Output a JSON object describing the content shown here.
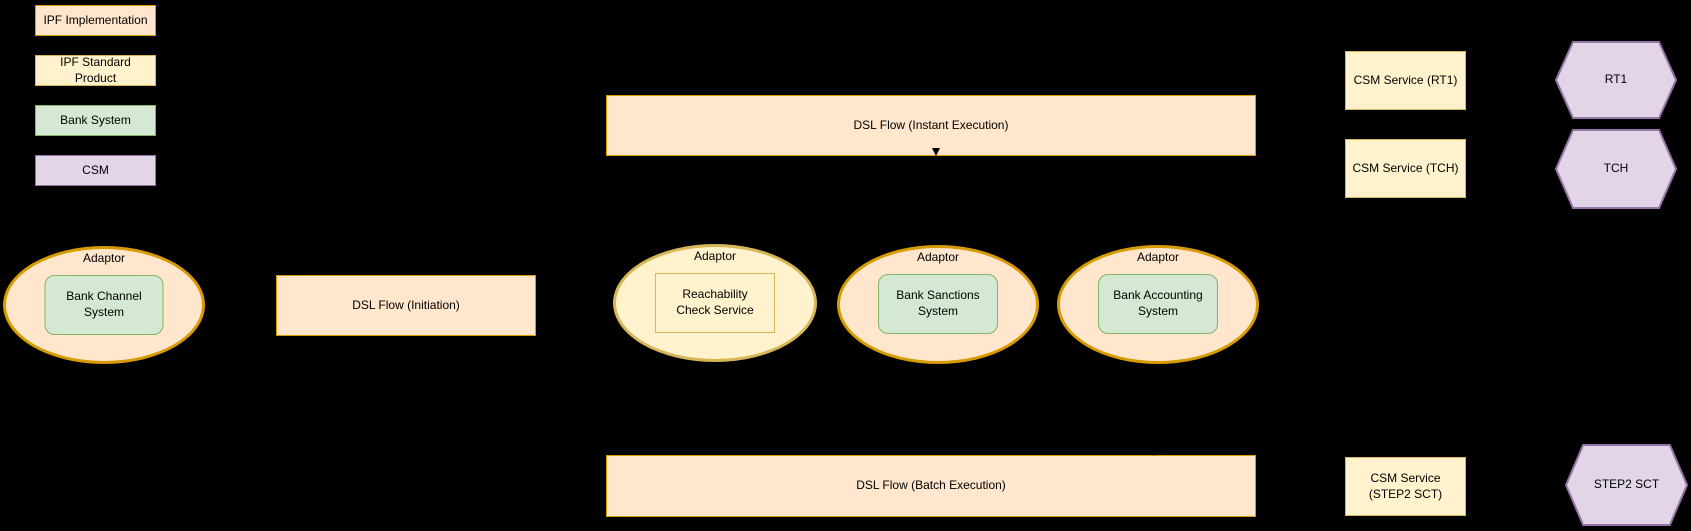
{
  "palette": {
    "background": "#000000",
    "text": "#000000",
    "implementation_fill": "#FFE6CC",
    "implementation_border": "#D79B00",
    "standard_product_fill": "#FFF2CC",
    "standard_product_border": "#D6B656",
    "bank_system_fill": "#D5E8D4",
    "bank_system_border": "#82B366",
    "csm_fill": "#E1D5E7",
    "csm_border": "#9673A6"
  },
  "legend": {
    "items": [
      {
        "label": "IPF Implementation"
      },
      {
        "label": "IPF Standard Product"
      },
      {
        "label": "Bank System"
      },
      {
        "label": "CSM"
      }
    ]
  },
  "flows": {
    "instant": {
      "label": "DSL Flow (Instant Execution)"
    },
    "initiation": {
      "label": "DSL Flow (Initiation)"
    },
    "batch": {
      "label": "DSL Flow (Batch Execution)"
    }
  },
  "csm_services": {
    "rt1": {
      "label": "CSM Service (RT1)"
    },
    "tch": {
      "label": "CSM Service (TCH)"
    },
    "step2": {
      "label": "CSM Service (STEP2 SCT)"
    }
  },
  "csm_networks": {
    "rt1": {
      "label": "RT1"
    },
    "tch": {
      "label": "TCH"
    },
    "step2": {
      "label": "STEP2 SCT"
    }
  },
  "adaptors": {
    "channel": {
      "label": "Adaptor",
      "system": "Bank Channel System"
    },
    "reachability": {
      "label": "Adaptor",
      "system": "Reachability Check Service"
    },
    "sanctions": {
      "label": "Adaptor",
      "system": "Bank Sanctions System"
    },
    "accounting": {
      "label": "Adaptor",
      "system": "Bank Accounting System"
    }
  }
}
